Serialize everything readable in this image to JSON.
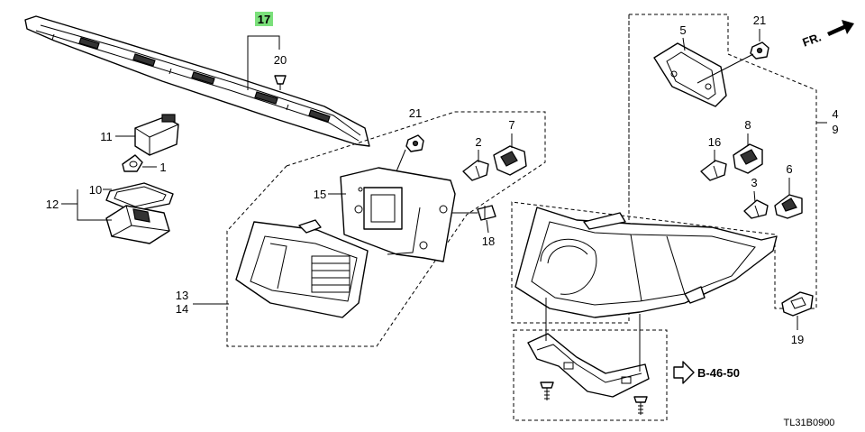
{
  "callouts": {
    "c1": "1",
    "c2": "2",
    "c3": "3",
    "c4": "4",
    "c5": "5",
    "c6": "6",
    "c7": "7",
    "c8": "8",
    "c9": "9",
    "c10": "10",
    "c11": "11",
    "c12": "12",
    "c13": "13",
    "c14": "14",
    "c15": "15",
    "c16": "16",
    "c17": "17",
    "c18": "18",
    "c19": "19",
    "c20": "20",
    "c21a": "21",
    "c21b": "21"
  },
  "highlight_color": "#7be07b",
  "reference": "B-46-50",
  "direction_label": "FR.",
  "diagram_code": "TL31B0900"
}
